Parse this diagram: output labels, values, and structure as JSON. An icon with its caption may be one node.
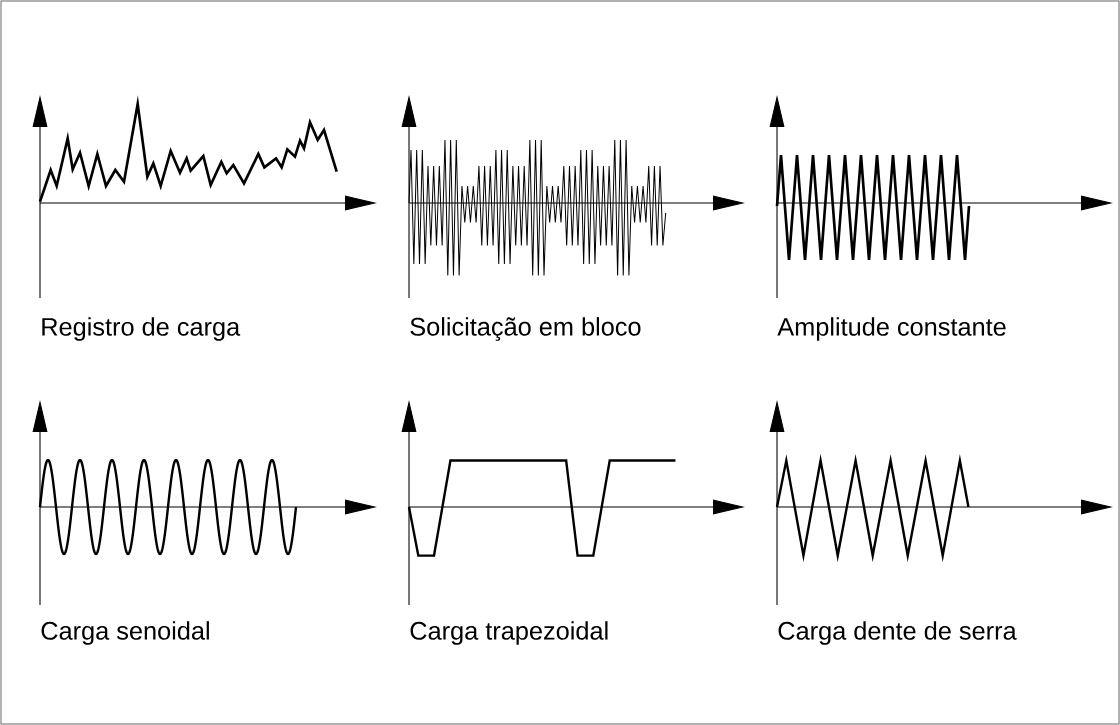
{
  "diagram": {
    "labels": [
      "Registro de carga",
      "Solicitação em bloco",
      "Amplitude constante",
      "Carga senoidal",
      "Carga trapezoidal",
      "Carga dente de serra"
    ]
  }
}
